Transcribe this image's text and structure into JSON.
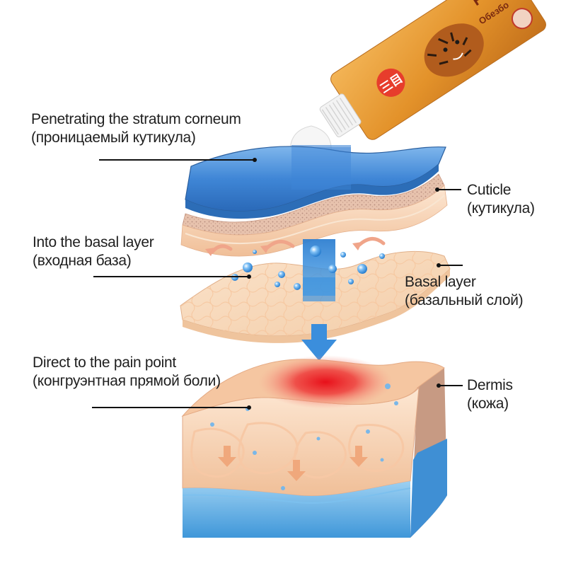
{
  "labels": {
    "stratum": {
      "en": "Penetrating the stratum corneum",
      "ru": "(проницаемый кутикула)"
    },
    "basal_into": {
      "en": "Into the basal layer",
      "ru": "(входная база)"
    },
    "pain": {
      "en": "Direct to the pain point",
      "ru": "(конгруэнтная прямой боли)"
    },
    "cuticle": {
      "en": "Cuticle",
      "ru": "(кутикула)"
    },
    "basal": {
      "en": "Basal layer",
      "ru": "(базальный слой)"
    },
    "dermis": {
      "en": "Dermis",
      "ru": "(кожа)"
    }
  },
  "tube": {
    "brand_mark": "三目",
    "text_top": "Pa",
    "text_sub": "Обезбо"
  },
  "colors": {
    "epidermis_blue": "#3f86d6",
    "skin_peach": "#f7d2b3",
    "pain_red": "#e8222a",
    "dermis_blue": "#6cb3e6",
    "arrow_blue": "#2b86d8",
    "tube_orange": "#e59a2f"
  }
}
